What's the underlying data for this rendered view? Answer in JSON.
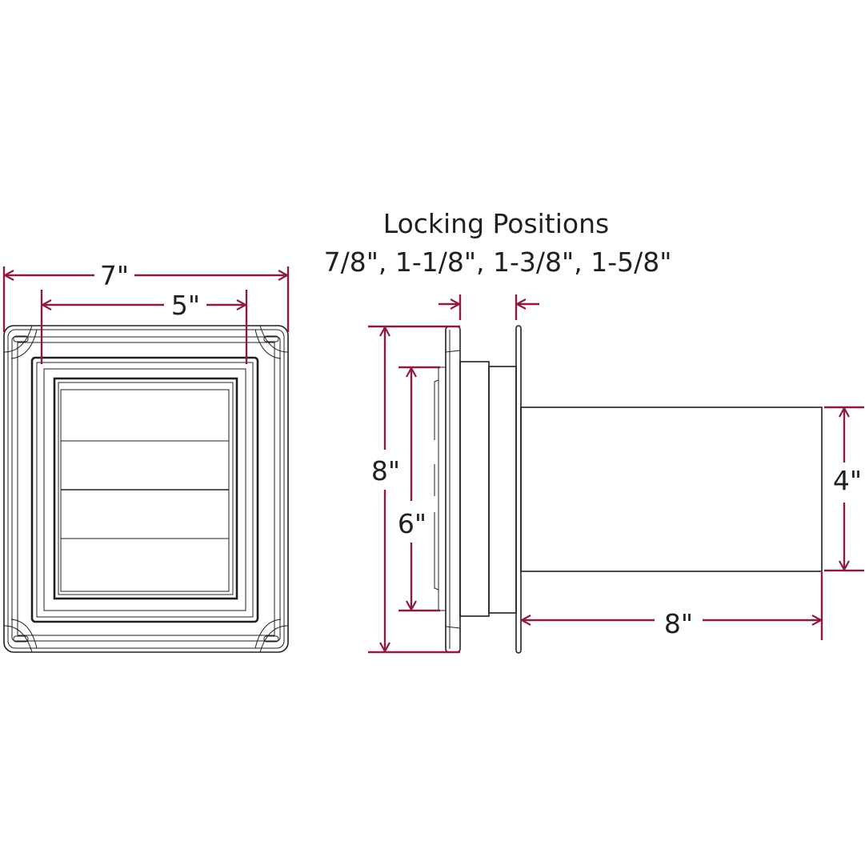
{
  "title": {
    "line1": "Locking Positions",
    "line2": "7/8\", 1-1/8\", 1-3/8\", 1-5/8\""
  },
  "front_view": {
    "overall_width": "7\"",
    "opening_width": "5\""
  },
  "side_view": {
    "overall_height": "8\"",
    "opening_height": "6\"",
    "duct_diameter": "4\"",
    "duct_length": "8\""
  },
  "colors": {
    "dimension": "#8c1c3f",
    "outline": "#231f20"
  }
}
